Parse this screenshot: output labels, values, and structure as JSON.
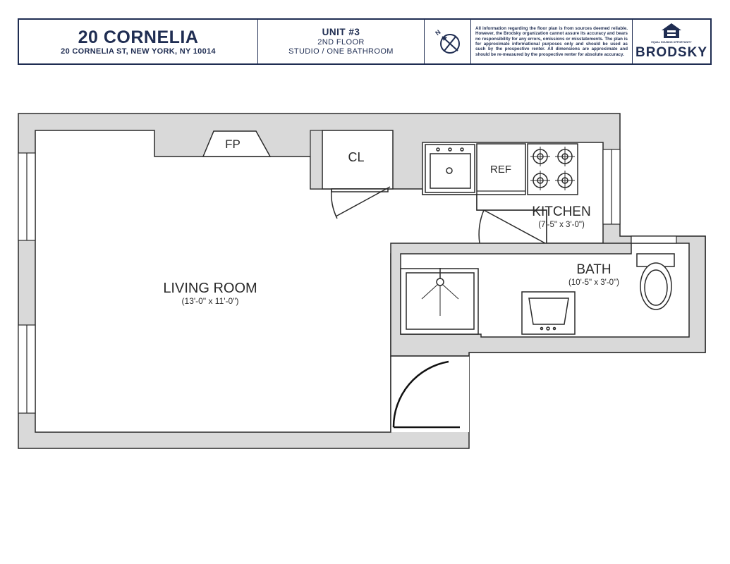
{
  "header": {
    "building_name": "20 CORNELIA",
    "building_address": "20 CORNELIA ST, NEW YORK, NY 10014",
    "unit": "UNIT #3",
    "floor": "2ND FLOOR",
    "unit_type": "STUDIO / ONE BATHROOM",
    "compass_label": "N",
    "disclaimer": "All information regarding the floor plan is from sources deemed reliable. However, the Brodsky organization cannot assure its accuracy and bears no responsibility for any errors, omissions or misstatements. The plan is for approximate informational purposes only and should be used as such by the prospective renter. All dimensions are approximate and should be re-measured by the prospective renter for absolute accuracy.",
    "logo_small": "EQUAL HOUSING OPPORTUNITY",
    "logo_word": "BRODSKY"
  },
  "rooms": {
    "living": {
      "name": "LIVING ROOM",
      "dims": "(13'-0\" x 11'-0\")"
    },
    "kitchen": {
      "name": "KITCHEN",
      "dims": "(7'-5\" x 3'-0\")"
    },
    "bath": {
      "name": "BATH",
      "dims": "(10'-5\" x 3'-0\")"
    },
    "fireplace": "FP",
    "closet": "CL",
    "refrigerator": "REF"
  },
  "colors": {
    "wall_fill": "#d9d9d9",
    "line": "#2a2a2a",
    "brand": "#1f2d52"
  }
}
